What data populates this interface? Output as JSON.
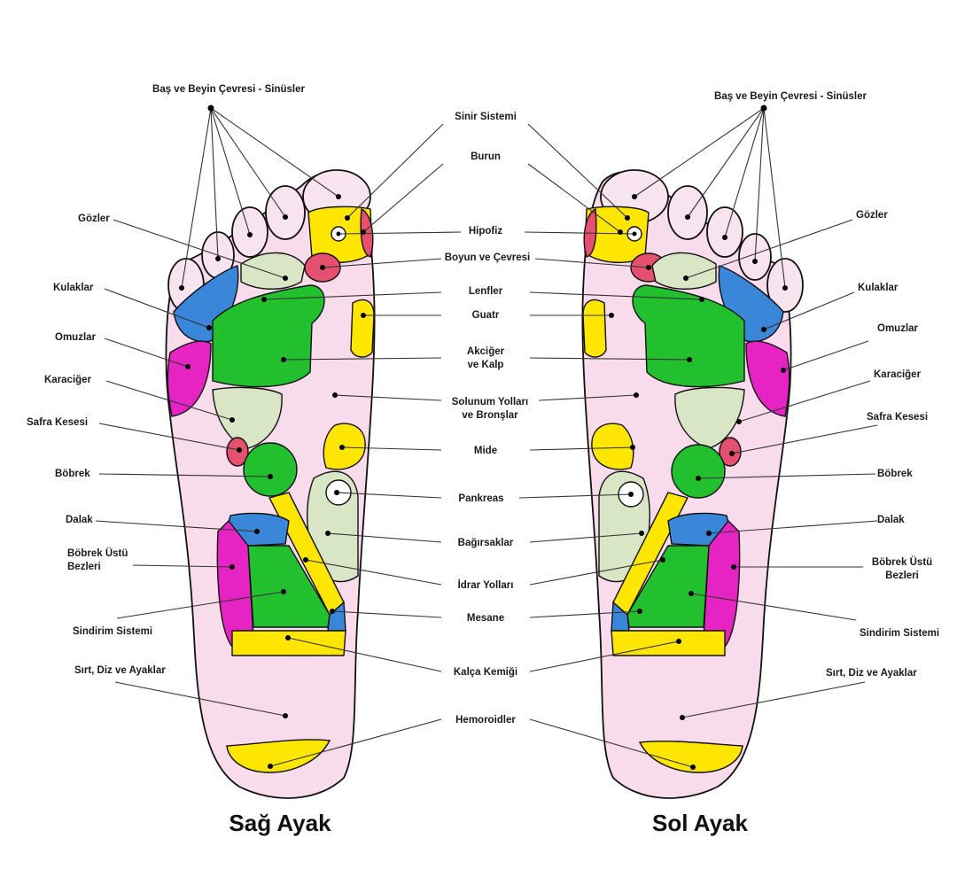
{
  "colors": {
    "sole": "#f8dcec",
    "toe": "#f8e4ee",
    "yellow": "#ffe600",
    "blue": "#3a86d8",
    "green": "#22c02e",
    "magenta": "#e624c4",
    "pink": "#e4506e",
    "lightgreen": "#d8e6c6",
    "white": "#ffffff"
  },
  "feet": {
    "right": {
      "caption": "Sağ Ayak"
    },
    "left": {
      "caption": "Sol Ayak"
    }
  },
  "labels": {
    "bas_beyin": "Baş ve Beyin Çevresi - Sinüsler",
    "sinir": "Sinir Sistemi",
    "burun": "Burun",
    "hipofiz": "Hipofiz",
    "boyun": "Boyun ve Çevresi",
    "lenfler": "Lenfler",
    "guatr": "Guatr",
    "akciger": [
      "Akciğer",
      "ve Kalp"
    ],
    "solunum": [
      "Solunum Yolları",
      "ve Bronşlar"
    ],
    "mide": "Mide",
    "pankreas": "Pankreas",
    "bagirsaklar": "Bağırsaklar",
    "idrar": "İdrar Yolları",
    "mesane": "Mesane",
    "kalca": "Kalça Kemiği",
    "hemoroidler": "Hemoroidler",
    "gozler": "Gözler",
    "kulaklar": "Kulaklar",
    "omuzlar": "Omuzlar",
    "karaciger": "Karaciğer",
    "safra": "Safra Kesesi",
    "bobrek": "Böbrek",
    "dalak": "Dalak",
    "bobrek_ustu": [
      "Böbrek Üstü",
      "Bezleri"
    ],
    "sindirim": "Sindirim Sistemi",
    "sirt": "Sırt, Diz ve Ayaklar"
  }
}
